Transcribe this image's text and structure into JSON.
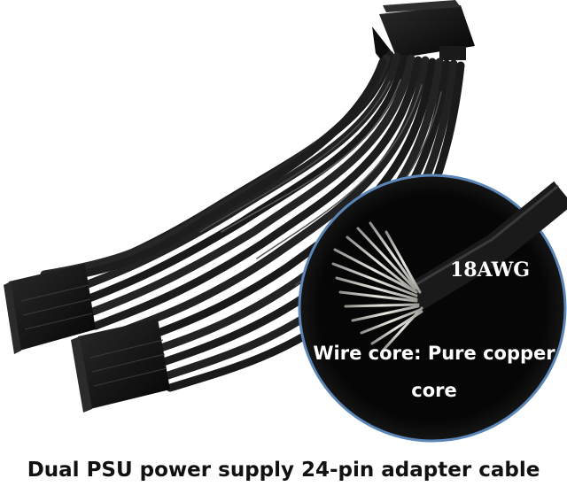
{
  "inset": {
    "gauge_label": "18AWG",
    "core_label": "Wire core: Pure copper core"
  },
  "caption": "Dual PSU power supply 24-pin adapter cable",
  "colors": {
    "cable": "#1b1b1b",
    "connector": "#101010",
    "inset_background": "#050505",
    "inset_ring": "#5a86b8",
    "copper": "#c9c9c4",
    "text_light": "#ffffff",
    "text_dark": "#111111"
  }
}
